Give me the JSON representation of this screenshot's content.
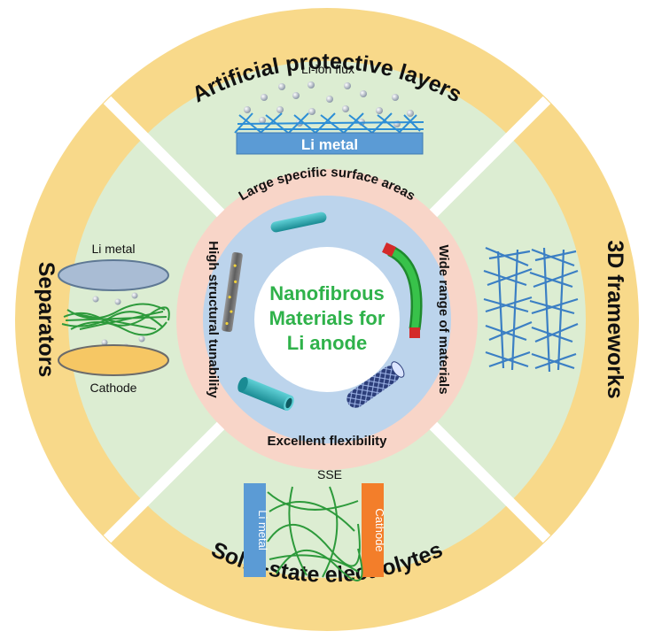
{
  "ring_labels": {
    "top": "Artificial protective layers",
    "right": "3D frameworks",
    "bottom": "Solid-state electrolytes",
    "left": "Separators"
  },
  "properties": {
    "top": "Large specific surface areas",
    "right": "Wide range of materials",
    "bottom": "Excellent flexibility",
    "left": "High structural tunability"
  },
  "center": {
    "line1": "Nanofibrous",
    "line2": "Materials for",
    "line3": "Li anode"
  },
  "protective_layer": {
    "flux_label": "Li-ion flux",
    "metal_label": "Li metal"
  },
  "separator": {
    "top_label": "Li metal",
    "bottom_label": "Cathode"
  },
  "sse": {
    "title": "SSE",
    "left_label": "Li metal",
    "right_label": "Cathode"
  },
  "colors": {
    "outer_ring": "#f8d98a",
    "green_sector": "#dcedd2",
    "pink_ring": "#f8d5c8",
    "blue_ring": "#bcd4ec",
    "center_text": "#2fb24a",
    "li_metal_blue": "#5b9bd5",
    "cathode_orange": "#f37e2a"
  }
}
